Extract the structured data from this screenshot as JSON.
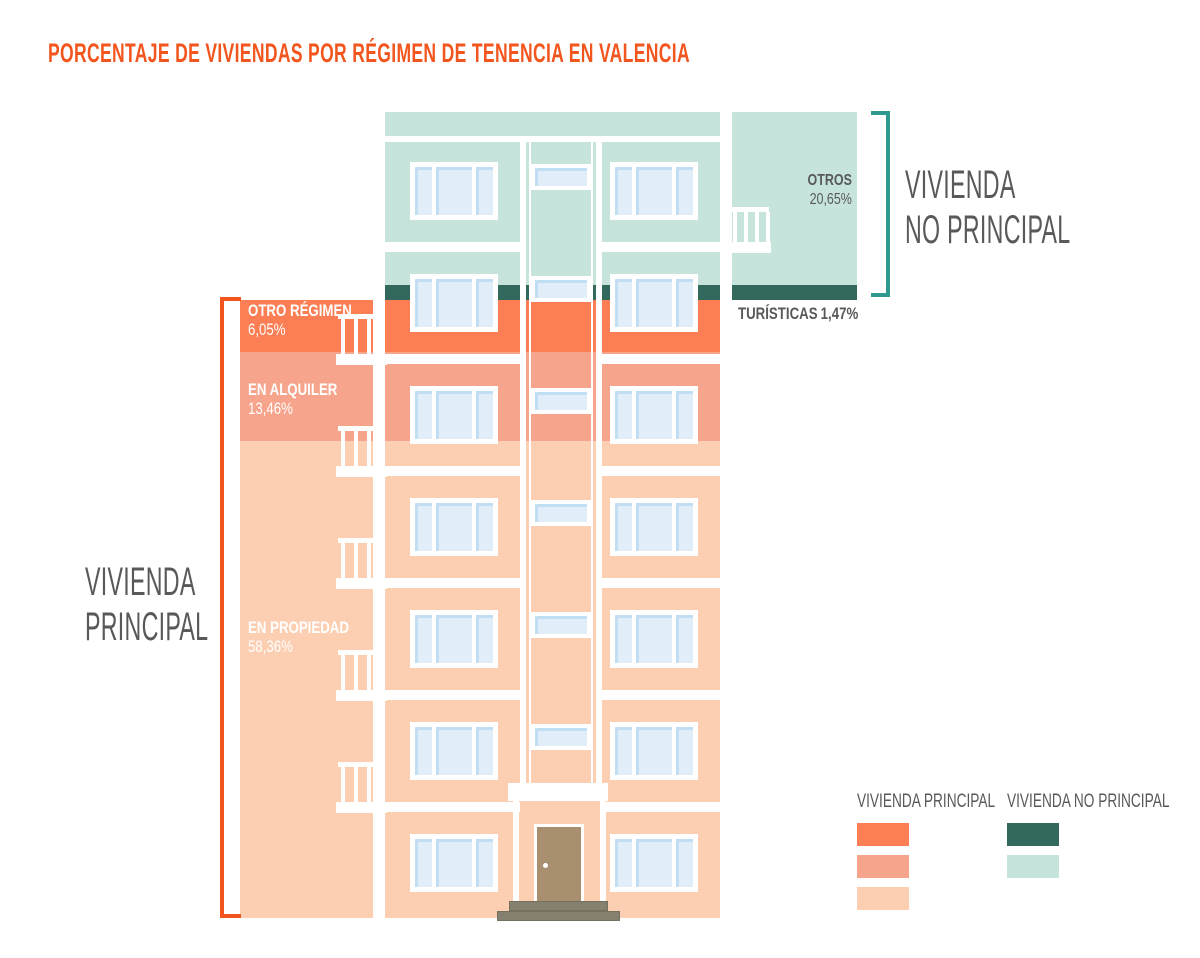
{
  "title": "PORCENTAJE DE VIVIENDAS POR RÉGIMEN DE TENENCIA EN VALENCIA",
  "groups": {
    "principal": {
      "line1": "VIVIENDA",
      "line2": "PRINCIPAL"
    },
    "no_principal": {
      "line1": "VIVIENDA",
      "line2": "NO PRINCIPAL"
    }
  },
  "segments": {
    "otros": {
      "label": "OTROS",
      "value": "20,65%"
    },
    "turisticas": {
      "label": "TURÍSTICAS",
      "value": "1,47%"
    },
    "otro_regimen": {
      "label": "OTRO RÉGIMEN",
      "value": "6,05%"
    },
    "en_alquiler": {
      "label": "EN ALQUILER",
      "value": "13,46%"
    },
    "en_propiedad": {
      "label": "EN PROPIEDAD",
      "value": "58,36%"
    }
  },
  "legend": {
    "principal": {
      "title": "VIVIENDA PRINCIPAL",
      "colors": [
        "#FB7E54",
        "#F7A48D",
        "#FDCFB2"
      ]
    },
    "no_principal": {
      "title": "VIVIENDA NO PRINCIPAL",
      "colors": [
        "#33695D",
        "#C6E3DC"
      ]
    }
  },
  "colors": {
    "title_orange": "#F2561E",
    "bracket_orange": "#F2561E",
    "bracket_teal": "#2E9A8F",
    "band_orange": "#FB7E54",
    "band_salmon": "#F7A48D",
    "band_peach": "#FDCFB2",
    "band_light_teal": "#C6E3DC",
    "band_dark_teal": "#33695D",
    "text_gray": "#58595B",
    "window_glass": "#E1EEF9",
    "door_tan": "#A78F70",
    "step_gray": "#85806F"
  },
  "chart_data": {
    "type": "bar",
    "variant": "pictorial stacked building (100% of dwellings split by tenure)",
    "title": "PORCENTAJE DE VIVIENDAS POR RÉGIMEN DE TENENCIA EN VALENCIA",
    "units": "% de viviendas",
    "legend_position": "bottom-right",
    "series": [
      {
        "name": "VIVIENDA PRINCIPAL",
        "total": 77.87,
        "segments": [
          {
            "label": "EN PROPIEDAD",
            "value": 58.36,
            "display": "58,36%",
            "color": "#FDCFB2"
          },
          {
            "label": "EN ALQUILER",
            "value": 13.46,
            "display": "13,46%",
            "color": "#F7A48D"
          },
          {
            "label": "OTRO RÉGIMEN",
            "value": 6.05,
            "display": "6,05%",
            "color": "#FB7E54"
          }
        ]
      },
      {
        "name": "VIVIENDA NO PRINCIPAL",
        "total": 22.12,
        "segments": [
          {
            "label": "OTROS",
            "value": 20.65,
            "display": "20,65%",
            "color": "#C6E3DC"
          },
          {
            "label": "TURÍSTICAS",
            "value": 1.47,
            "display": "1,47%",
            "color": "#33695D"
          }
        ]
      }
    ]
  }
}
